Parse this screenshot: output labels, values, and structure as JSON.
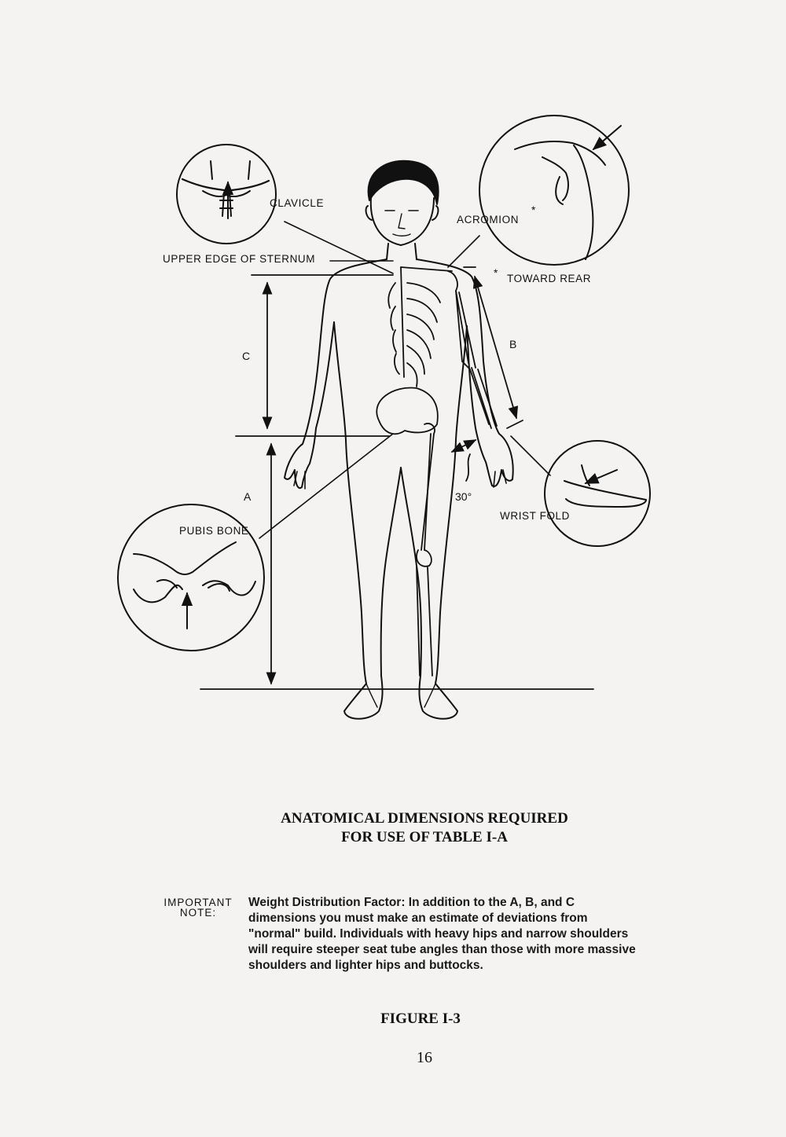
{
  "figure": {
    "callouts": {
      "clavicle": "CLAVICLE",
      "upper_edge_of_sternum": "UPPER EDGE OF STERNUM",
      "acromion": "ACROMION",
      "acromion_mark": "*",
      "toward_rear_mark": "*",
      "toward_rear": "TOWARD REAR",
      "wrist_fold": "WRIST FOLD",
      "pubis_bone": "PUBIS BONE"
    },
    "dimensions": {
      "a": "A",
      "b": "B",
      "c": "C"
    },
    "angle": "30°"
  },
  "caption": {
    "line1": "ANATOMICAL DIMENSIONS REQUIRED",
    "line2": "FOR USE OF TABLE I-A"
  },
  "note": {
    "label_line1": "IMPORTANT",
    "label_line2": "NOTE:",
    "text": "Weight Distribution Factor: In addition to the A, B, and C dimensions you must make an estimate of deviations from \"normal\" build. Individuals with heavy hips and narrow shoulders will require steeper seat tube angles than those with more massive shoulders and lighter hips and buttocks."
  },
  "figure_label": "FIGURE I-3",
  "page_number": "16"
}
